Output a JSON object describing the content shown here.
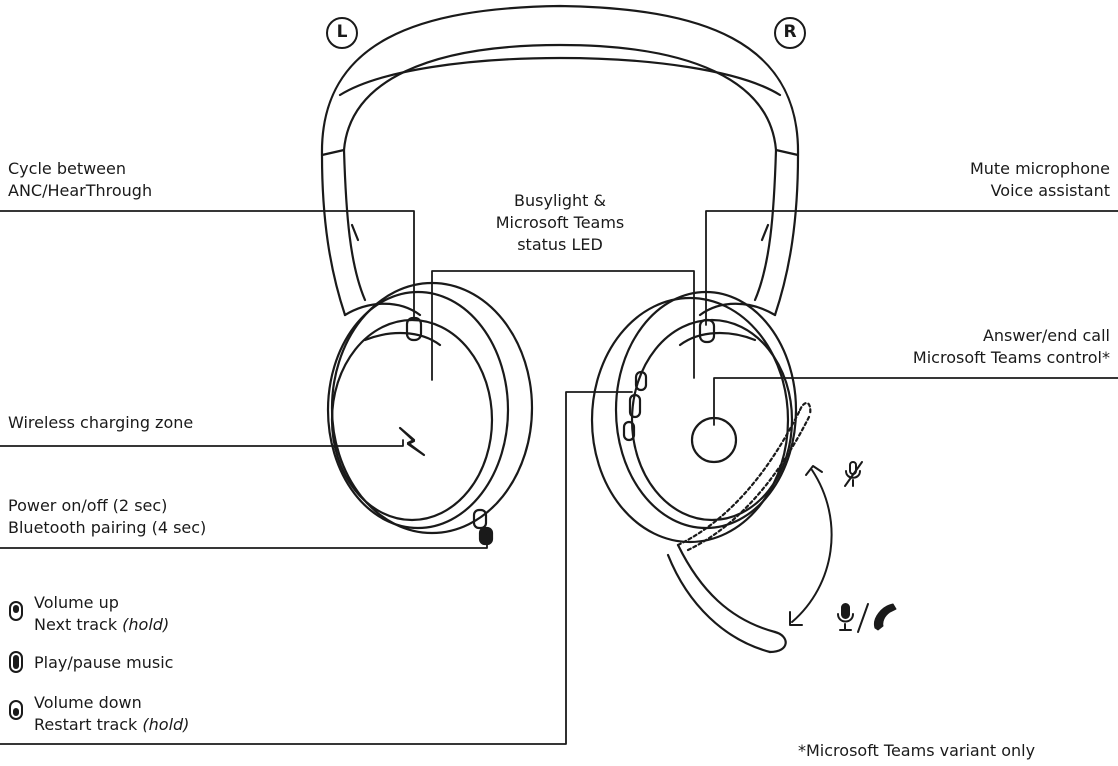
{
  "side_labels": {
    "left": "L",
    "right": "R"
  },
  "callouts": {
    "anc": {
      "line1": "Cycle between",
      "line2": "ANC/HearThrough"
    },
    "busylight": {
      "line1": "Busylight &",
      "line2": "Microsoft Teams",
      "line3": "status LED"
    },
    "mute": {
      "line1": "Mute microphone",
      "line2": "Voice assistant"
    },
    "answer": {
      "line1": "Answer/end call",
      "line2": "Microsoft Teams control*"
    },
    "wireless": {
      "line1": "Wireless charging zone"
    },
    "power": {
      "line1": "Power on/off (2 sec)",
      "line2": "Bluetooth pairing (4 sec)"
    }
  },
  "buttons_legend": [
    {
      "icon": "volume-up-button-icon",
      "line1": "Volume up",
      "line2_prefix": "Next track ",
      "line2_em": "(hold)"
    },
    {
      "icon": "play-pause-button-icon",
      "line1": "Play/pause music"
    },
    {
      "icon": "volume-down-button-icon",
      "line1": "Volume down",
      "line2_prefix": "Restart track ",
      "line2_em": "(hold)"
    }
  ],
  "boom_icons": [
    "mic-muted-icon",
    "mic-icon",
    "phone-icon"
  ],
  "footnote": "*Microsoft Teams variant only"
}
